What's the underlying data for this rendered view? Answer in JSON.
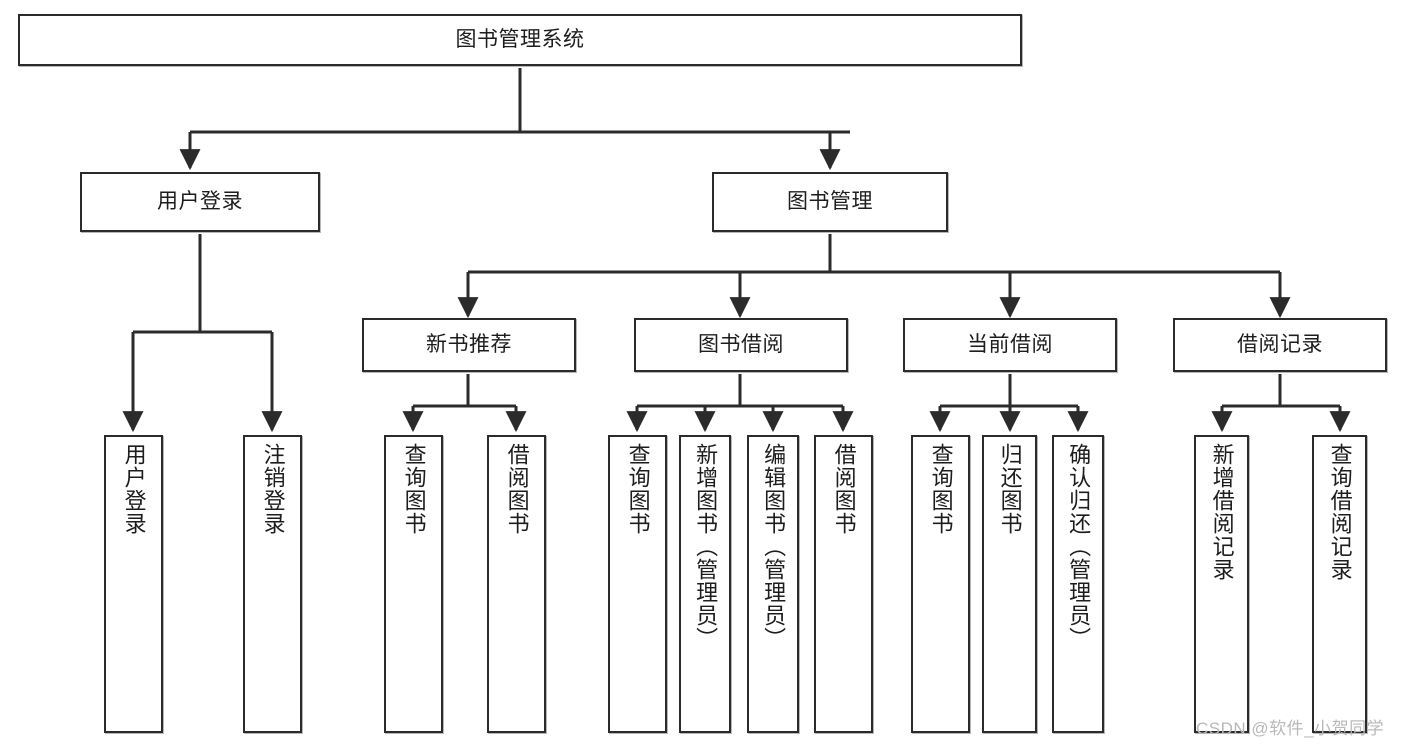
{
  "diagram": {
    "title": "图书管理系统",
    "type": "tree-hierarchy-chart",
    "watermark": "CSDN @软件_小贺同学",
    "colors": {
      "background": "#ffffff",
      "node_border": "#2b2b2b",
      "node_fill": "#ffffff",
      "edge": "#2b2b2b",
      "text": "#1d1d1d",
      "watermark": "#b9b9b9"
    },
    "root": {
      "id": "root",
      "label": "图书管理系统"
    },
    "level2": [
      {
        "id": "user-login",
        "label": "用户登录"
      },
      {
        "id": "book-management",
        "label": "图书管理"
      }
    ],
    "level3": [
      {
        "id": "new-book-recommend",
        "label": "新书推荐"
      },
      {
        "id": "book-borrow",
        "label": "图书借阅"
      },
      {
        "id": "current-borrow",
        "label": "当前借阅"
      },
      {
        "id": "borrow-record",
        "label": "借阅记录"
      }
    ],
    "leaves": [
      {
        "id": "leaf-user-login",
        "label": "用户登录",
        "parent": "用户登录"
      },
      {
        "id": "leaf-logout-login",
        "label": "注销登录",
        "parent": "用户登录"
      },
      {
        "id": "leaf-query-book-1",
        "label": "查询图书",
        "parent": "新书推荐"
      },
      {
        "id": "leaf-borrow-book-1",
        "label": "借阅图书",
        "parent": "新书推荐"
      },
      {
        "id": "leaf-query-book-2",
        "label": "查询图书",
        "parent": "图书借阅"
      },
      {
        "id": "leaf-add-book",
        "label": "新增图书（管理员）",
        "parent": "图书借阅"
      },
      {
        "id": "leaf-edit-book",
        "label": "编辑图书（管理员）",
        "parent": "图书借阅"
      },
      {
        "id": "leaf-borrow-book-2",
        "label": "借阅图书",
        "parent": "图书借阅"
      },
      {
        "id": "leaf-query-book-3",
        "label": "查询图书",
        "parent": "当前借阅"
      },
      {
        "id": "leaf-return-book",
        "label": "归还图书",
        "parent": "当前借阅"
      },
      {
        "id": "leaf-confirm-return",
        "label": "确认归还（管理员）",
        "parent": "当前借阅"
      },
      {
        "id": "leaf-add-record",
        "label": "新增借阅记录",
        "parent": "借阅记录"
      },
      {
        "id": "leaf-query-record",
        "label": "查询借阅记录",
        "parent": "借阅记录"
      }
    ]
  }
}
